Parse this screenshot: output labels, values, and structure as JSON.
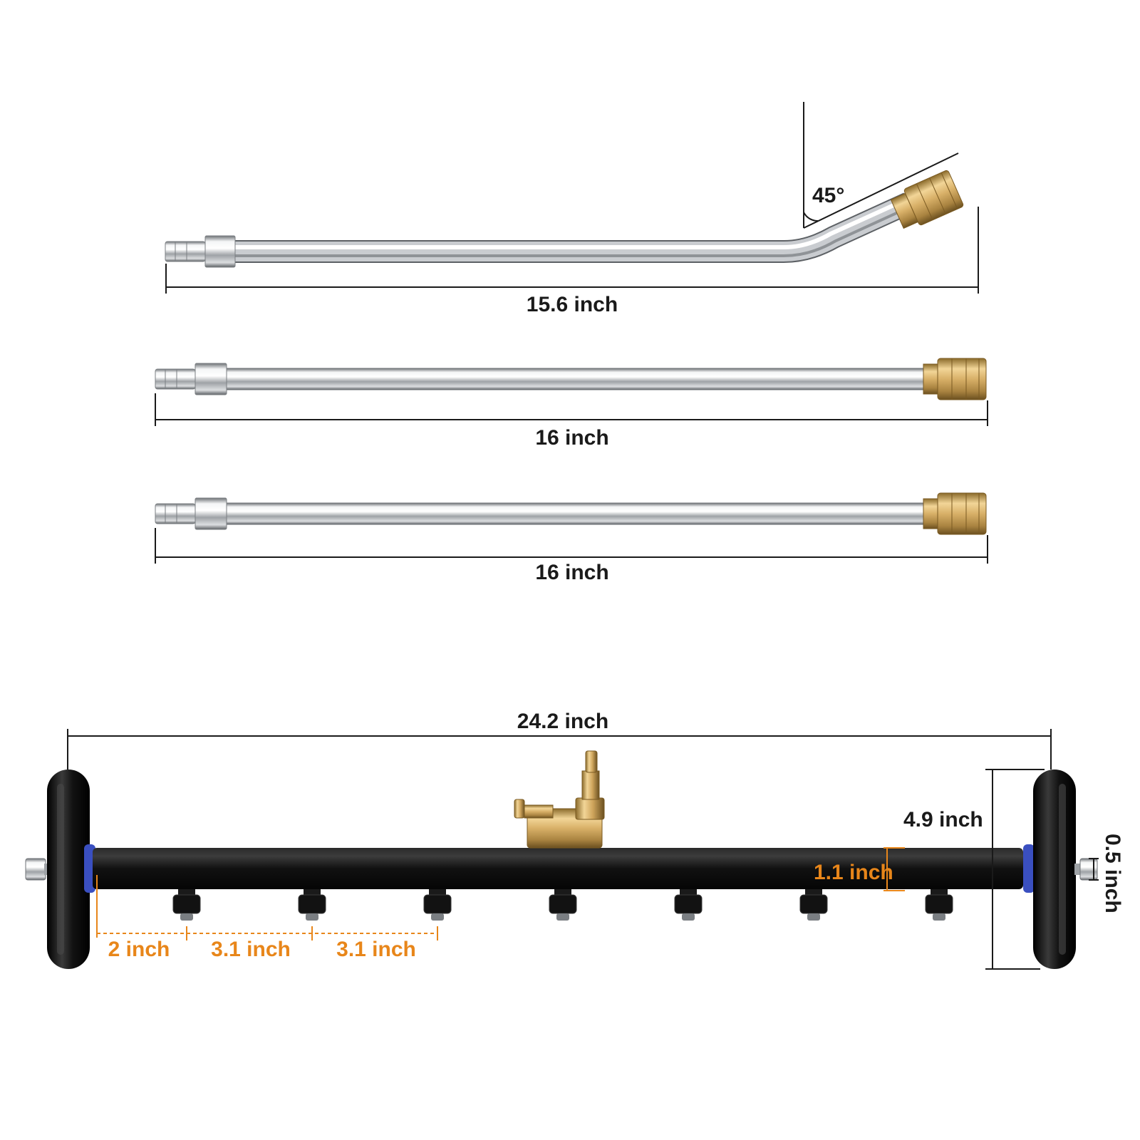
{
  "wands": [
    {
      "length_label": "15.6 inch",
      "angle_label": "45°",
      "bent": true
    },
    {
      "length_label": "16 inch",
      "bent": false
    },
    {
      "length_label": "16 inch",
      "bent": false
    }
  ],
  "surface_cleaner": {
    "width_label": "24.2 inch",
    "height_label": "4.9 inch",
    "bar_height_label": "1.1 inch",
    "axle_label": "0.5 inch",
    "nozzle_count": 7,
    "spacing_labels": [
      "2 inch",
      "3.1 inch",
      "3.1 inch"
    ]
  },
  "colors": {
    "dimension_black": "#1a1a1a",
    "dimension_orange": "#e8861a",
    "steel": "#c9ccd0",
    "brass": "#d8b068",
    "bar_black": "#111111",
    "bushing_blue": "#3a4fc0"
  }
}
